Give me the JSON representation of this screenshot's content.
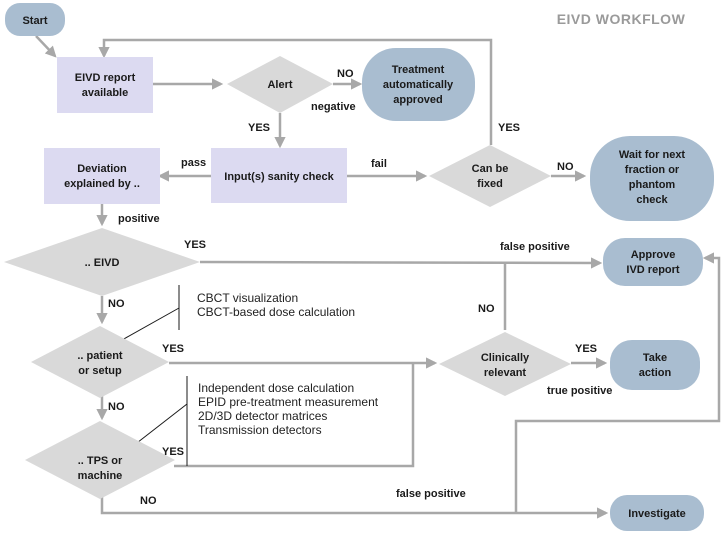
{
  "title": "EIVD  WORKFLOW",
  "colors": {
    "terminal": "#a9bdd0",
    "process": "#dcdaf1",
    "decision": "#d9d9d9",
    "arrow": "#a8a8a8"
  },
  "nodes": {
    "start": "Start",
    "eivd_report": [
      "EIVD report",
      "available"
    ],
    "alert": "Alert",
    "treatment_approved": [
      "Treatment",
      "automatically",
      "approved"
    ],
    "sanity_check": "Input(s) sanity check",
    "deviation": [
      "Deviation",
      "explained  by .."
    ],
    "can_be_fixed": [
      "Can be",
      "fixed"
    ],
    "wait": [
      "Wait for next",
      "fraction or",
      "phantom",
      "check"
    ],
    "eivd_decision": ".. EIVD",
    "approve_ivd": [
      "Approve",
      "IVD report"
    ],
    "patient_setup": [
      ".. patient",
      "or setup"
    ],
    "clinically_relevant": [
      "Clinically",
      "relevant"
    ],
    "take_action": [
      "Take",
      "action"
    ],
    "tps_machine": [
      ".. TPS or",
      "machine"
    ],
    "investigate": "Investigate"
  },
  "edge_labels": {
    "alert_no": "NO",
    "alert_negative": "negative",
    "alert_yes": "YES",
    "sanity_pass": "pass",
    "sanity_fail": "fail",
    "fixed_yes": "YES",
    "fixed_no": "NO",
    "deviation_positive": "positive",
    "eivd_yes": "YES",
    "eivd_false_positive": "false positive",
    "eivd_no": "NO",
    "patient_yes": "YES",
    "patient_no": "NO",
    "relevant_no": "NO",
    "relevant_yes": "YES",
    "true_positive": "true  positive",
    "tps_yes": "YES",
    "tps_no": "NO",
    "tps_false_positive": "false positive"
  },
  "notes": {
    "patient_methods": [
      "CBCT visualization",
      "CBCT-based dose calculation"
    ],
    "tps_methods": [
      "Independent dose calculation",
      "EPID pre-treatment measurement",
      "2D/3D detector matrices",
      "Transmission detectors"
    ]
  }
}
